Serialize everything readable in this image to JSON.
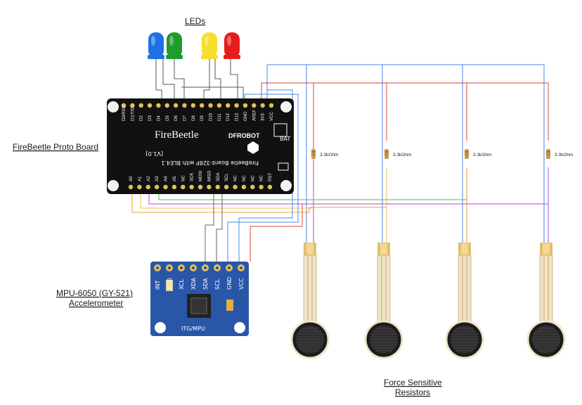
{
  "labels": {
    "leds": "LEDs",
    "board": "FireBeetle Proto Board",
    "mpu_line1": "MPU-6050 (GY-521)",
    "mpu_line2": "Accelerometer",
    "fsr_line1": "Force Sensitive",
    "fsr_line2": "Resistors"
  },
  "led_colors": [
    "#1f6fe6",
    "#1f9d2a",
    "#f6de2a",
    "#e61c1c"
  ],
  "wire_colors": {
    "blue": "#4a86e8",
    "red": "#e0403a",
    "purple": "#b24ad8",
    "orange": "#f0a030",
    "yellow": "#e8c84a",
    "green": "#58b858",
    "gray": "#666666"
  },
  "board": {
    "top_pins": [
      "D0/RXD",
      "D1/TXD",
      "D2",
      "D3",
      "D4",
      "D5",
      "D6",
      "D7",
      "D8",
      "D9",
      "D10",
      "D11",
      "D12",
      "D13",
      "GND",
      "AREF",
      "3V3",
      "VCC"
    ],
    "bottom_pins": [
      "A0",
      "A1",
      "A2",
      "A3",
      "A4",
      "A5",
      "NC",
      "SCK",
      "MOSI",
      "MISO",
      "SDA",
      "SCL",
      "NC",
      "NC",
      "NC",
      "NC",
      "RST"
    ],
    "brand": "FireBeetle",
    "maker": "DFROBOT",
    "subtitle": "FireBeetle Board-328P with BLE4.1",
    "version": "[V1.0]",
    "bat": "BAT"
  },
  "mpu": {
    "pins": [
      "INT",
      "AD0",
      "XCL",
      "XDA",
      "SDA",
      "SCL",
      "GND",
      "VCC"
    ],
    "chip_label": "ITG/MPU"
  },
  "resistors": [
    {
      "label": "3.3kOhm"
    },
    {
      "label": "3.3kOhm"
    },
    {
      "label": "3.3kOhm"
    },
    {
      "label": "3.3kOhm"
    }
  ]
}
